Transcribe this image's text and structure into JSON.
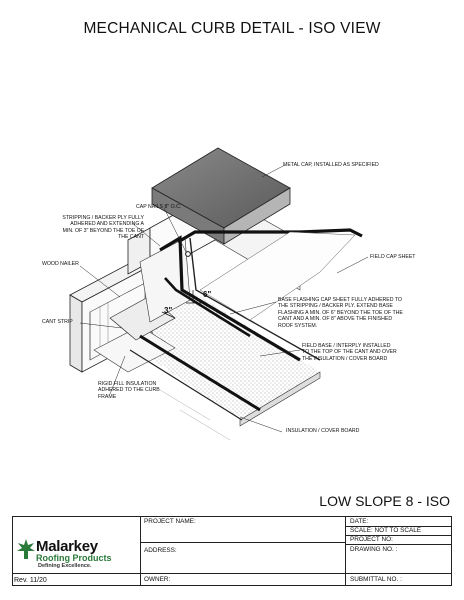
{
  "title": "MECHANICAL CURB DETAIL - ISO VIEW",
  "labels": {
    "metal_cap": "METAL CAP, INSTALLED AS SPECIFIED",
    "cap_nails": "CAP NAILS 8\" O.C.",
    "stripping": "STRIPPING / BACKER PLY FULLY\nADHERED AND EXTENDING A\nMIN. OF 3\" BEYOND THE TOE OF\nTHE CANT",
    "wood_nailer": "WOOD NAILER",
    "field_cap": "FIELD CAP SHEET",
    "base_flashing": "BASE FLASHING CAP SHEET FULLY ADHERED TO\nTHE STRIPPING / BACKER  PLY. EXTEND BASE\nFLASHING A MIN. OF 6\" BEYOND THE TOE OF THE\nCANT AND A MIN. OF 8\" ABOVE THE FINISHED\nROOF SYSTEM.",
    "cant_strip": "CANT STRIP",
    "field_base": "FIELD BASE / INTERPLY INSTALLED\nTO THE TOP OF THE CANT AND OVER\nTHE INSULATION / COVER BOARD",
    "rigid_fill": "RIGID FILL INSULATION\nADHERED TO THE CURB\nFRAME",
    "insulation": "INSULATION / COVER BOARD"
  },
  "dimensions": {
    "six": "6\"",
    "three": "3\""
  },
  "detail_name": "LOW SLOPE 8 - ISO",
  "title_block": {
    "project_name": "PROJECT NAME:",
    "address": "ADDRESS:",
    "owner": "OWNER:",
    "date": "DATE:",
    "scale": "SCALE:  NOT TO SCALE",
    "project_no": "PROJECT NO:",
    "drawing_no": "DRAWING NO. :",
    "submittal_no": "SUBMITTAL NO. :"
  },
  "logo": {
    "name": "Malarkey",
    "sub": "Roofing Products",
    "tagline": "Defining Excellence."
  },
  "revision": "Rev. 11/20"
}
